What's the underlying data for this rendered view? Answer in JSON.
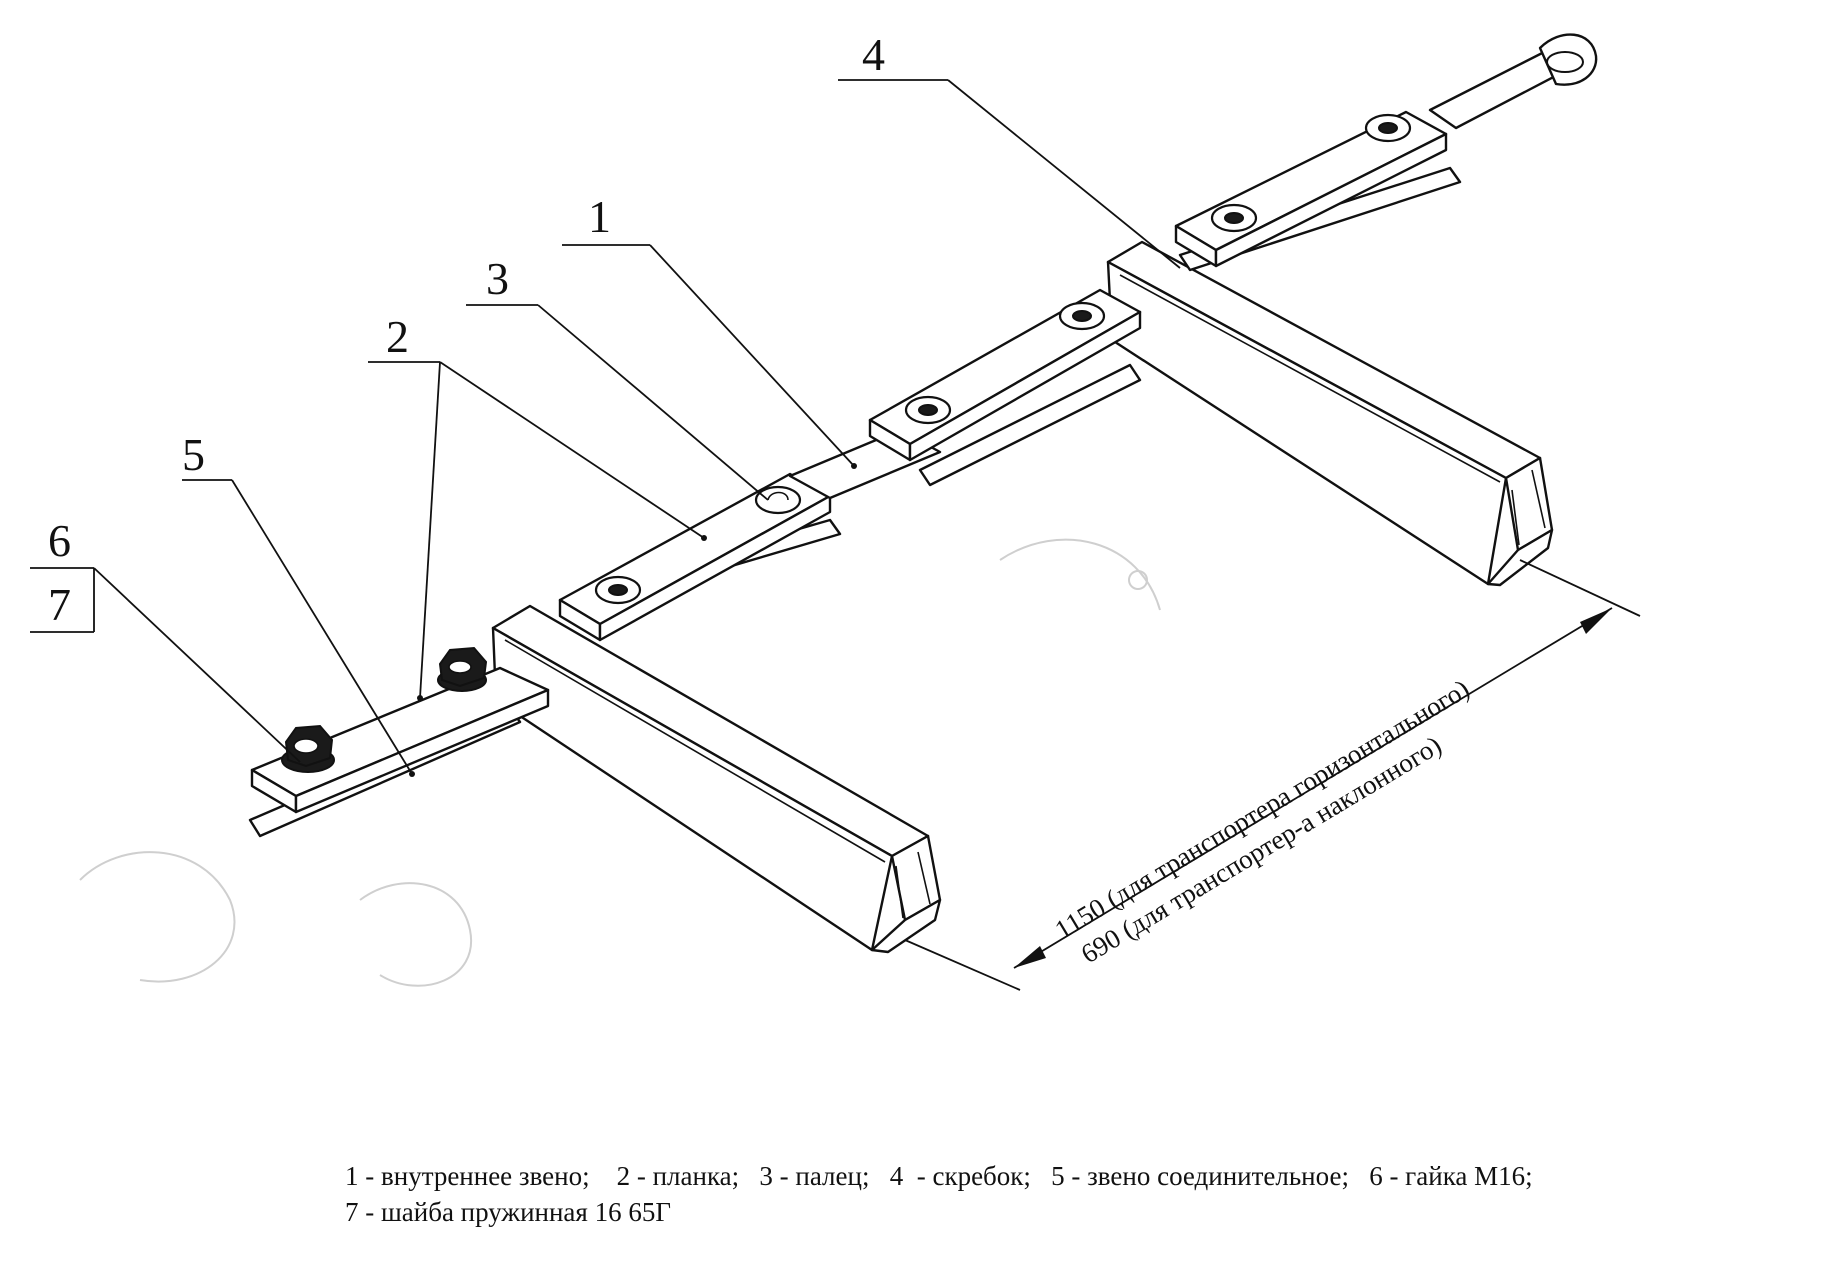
{
  "callouts": {
    "c1": "1",
    "c2": "2",
    "c3": "3",
    "c4": "4",
    "c5": "5",
    "c6": "6",
    "c7": "7"
  },
  "dimensions": {
    "horizontal": "1150 (для транспортера горизонтального)",
    "inclined": "690 (для транспортер-а наклонного)"
  },
  "legend": {
    "line1": "1 - внутреннее звено;    2 - планка;   3 - палец;   4  - скребок;   5 - звено соединительное;   6 - гайка М16;",
    "line2": "7 - шайба пружинная 16 65Г"
  }
}
